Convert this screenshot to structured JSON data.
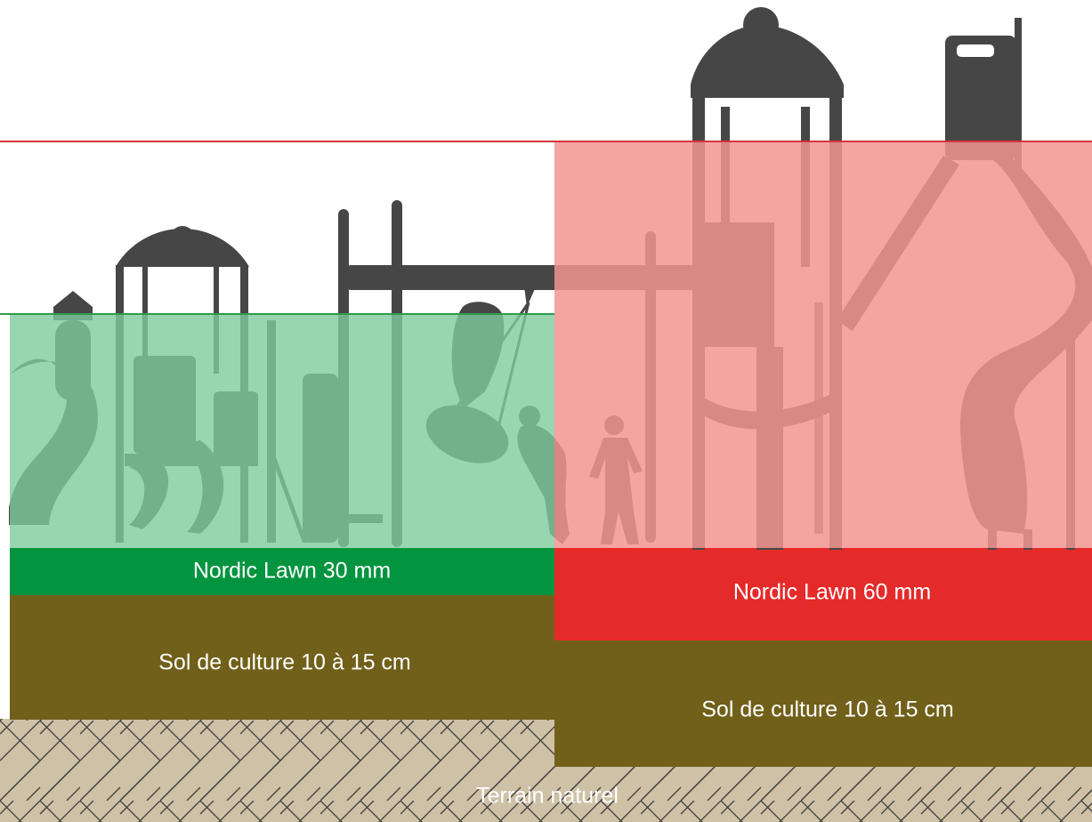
{
  "colors": {
    "low_zone": "#7ecb9d",
    "high_zone": "#f39491",
    "low_line": "#2f9b4e",
    "high_line": "#d9343a",
    "lawn_30": "#03943f",
    "lawn_60": "#e52a2a",
    "soil": "#716019",
    "terrain": "#cfc1a5",
    "silhouette": "#474646"
  },
  "layers": {
    "left": [
      {
        "label": "Nordic Lawn 30 mm",
        "color": "#03943f"
      },
      {
        "label": "Sol de culture 10 à 15 cm",
        "color": "#716019"
      }
    ],
    "right": [
      {
        "label": "Nordic Lawn 60 mm",
        "color": "#e52a2a"
      },
      {
        "label": "Sol de culture 10 à 15 cm",
        "color": "#716019"
      }
    ],
    "base": {
      "label": "Terrain naturel",
      "color": "#cfc1a5"
    }
  },
  "icons": {
    "left_equipment": "playground-structure-icon",
    "right_equipment": "playground-tower-slide-icon",
    "swing": "tire-swing-icon",
    "children": "child-silhouette-icon"
  }
}
